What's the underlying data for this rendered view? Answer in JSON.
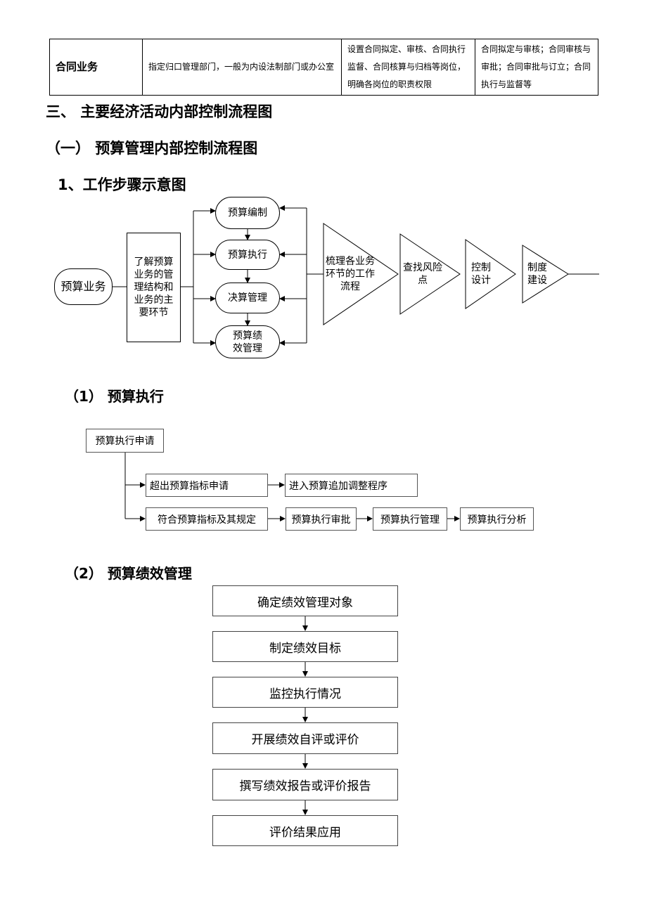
{
  "table": {
    "row_name": "合同业务",
    "col2": "指定归口管理部门，一般为内设法制部门或办公室",
    "col3": "设置合同拟定、审核、合同执行监督、合同核算与归档等岗位，明确各岗位的职责权限",
    "col4": "合同拟定与审核；合同审核与审批；合同审批与订立；合同执行与监督等"
  },
  "headings": {
    "section3": "三、 主要经济活动内部控制流程图",
    "sub1": "（一） 预算管理内部控制流程图",
    "step1": "1、工作步骤示意图",
    "exec": "（1） 预算执行",
    "perf": "（2） 预算绩效管理"
  },
  "diagram1": {
    "start": "预算业务",
    "understand": "了解预算业务的管理结构和业务的主要环节",
    "stages": [
      "预算编制",
      "预算执行",
      "决算管理",
      "预算绩效管理"
    ],
    "steps": [
      "梳理各业务环节的工作流程",
      "查找风险点",
      "控制设计",
      "制度建设"
    ]
  },
  "exec_flow": {
    "start": "预算执行申请",
    "branch_a": "超出预算指标申请",
    "branch_a_next": "进入预算追加调整程序",
    "branch_b": "符合预算指标及其规定",
    "branch_b_steps": [
      "预算执行审批",
      "预算执行管理",
      "预算执行分析"
    ]
  },
  "perf_flow": {
    "steps": [
      "确定绩效管理对象",
      "制定绩效目标",
      "监控执行情况",
      "开展绩效自评或评价",
      "撰写绩效报告或评价报告",
      "评价结果应用"
    ]
  }
}
